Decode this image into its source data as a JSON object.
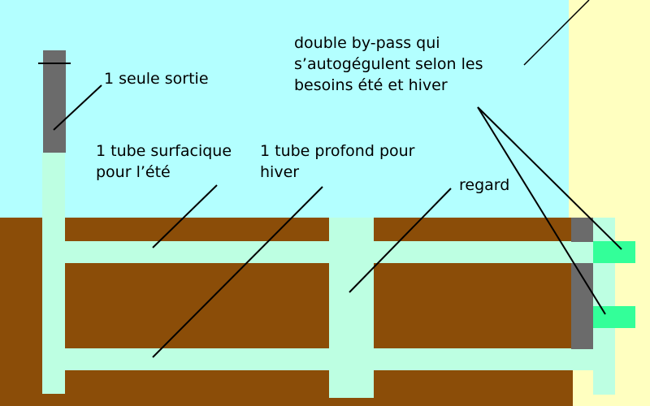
{
  "colors": {
    "sky": "#b3ffff",
    "soil": "#8b4d08",
    "tube": "#bdffe2",
    "grey": "#6b6b6b",
    "house": "#ffffc0",
    "green": "#33ff99",
    "line": "#000000"
  },
  "labels": {
    "sortie": "1 seule sortie",
    "surface": "1 tube surfacique\npour l’été",
    "profond": "1 tube profond pour\nhiver",
    "regard": "regard",
    "bypass": "double by-pass qui\ns’autogégulent selon les\nbesoins été et hiver"
  }
}
